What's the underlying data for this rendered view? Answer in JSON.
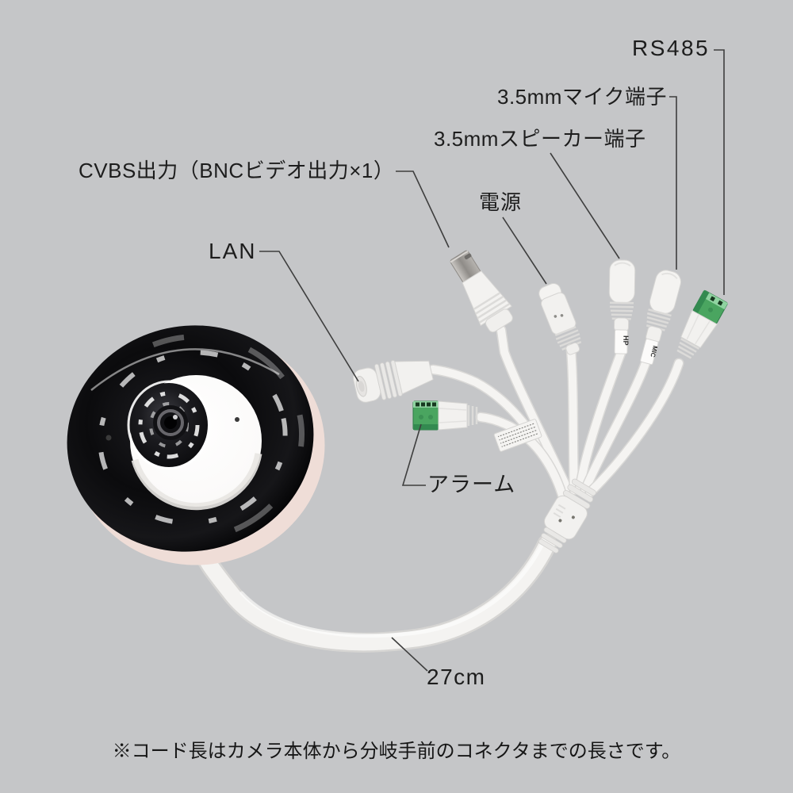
{
  "scene": {
    "background": "#c5c6c8"
  },
  "labels": {
    "rs485": "RS485",
    "mic_jack": "3.5mmマイク端子",
    "speaker_jack": "3.5mmスピーカー端子",
    "cvbs_output": "CVBS出力（BNCビデオ出力×1）",
    "power": "電源",
    "lan": "LAN",
    "alarm": "アラーム",
    "cable_length": "27cm"
  },
  "sleeves": {
    "speaker": "HP",
    "mic": "MIC"
  },
  "footnote": "※コード長はカメラ本体から分岐手前のコネクタまでの長さです。",
  "colors": {
    "background": "#c5c6c8",
    "text": "#1d1d1d",
    "leader_line": "#3e3e3e",
    "cable_white": "#f4f3f1",
    "terminal_green": "#4aa560",
    "terminal_green_light": "#8fd3a0",
    "terminal_green_dark": "#2f7c49"
  }
}
